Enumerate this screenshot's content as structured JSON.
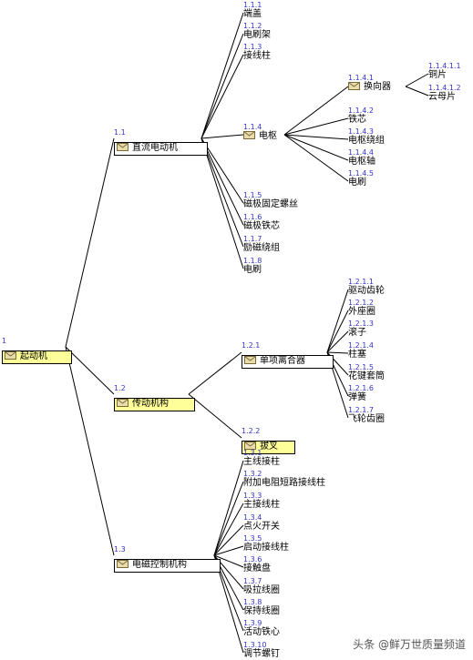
{
  "nodes": {
    "root": {
      "code": "1",
      "label": "起动机"
    },
    "n11": {
      "code": "1.1",
      "label": "直流电动机"
    },
    "n111": {
      "code": "1.1.1",
      "label": "端盖"
    },
    "n112": {
      "code": "1.1.2",
      "label": "电刷架"
    },
    "n113": {
      "code": "1.1.3",
      "label": "接线柱"
    },
    "n114": {
      "code": "1.1.4",
      "label": "电枢"
    },
    "n1141": {
      "code": "1.1.4.1",
      "label": "换向器"
    },
    "n11411": {
      "code": "1.1.4.1.1",
      "label": "铜片"
    },
    "n11412": {
      "code": "1.1.4.1.2",
      "label": "云母片"
    },
    "n1142": {
      "code": "1.1.4.2",
      "label": "铁芯"
    },
    "n1143": {
      "code": "1.1.4.3",
      "label": "电枢绕组"
    },
    "n1144": {
      "code": "1.1.4.4",
      "label": "电枢轴"
    },
    "n1145": {
      "code": "1.1.4.5",
      "label": "电刷"
    },
    "n115": {
      "code": "1.1.5",
      "label": "磁极固定螺丝"
    },
    "n116": {
      "code": "1.1.6",
      "label": "磁极铁芯"
    },
    "n117": {
      "code": "1.1.7",
      "label": "励磁绕组"
    },
    "n118": {
      "code": "1.1.8",
      "label": "电刷"
    },
    "n12": {
      "code": "1.2",
      "label": "传动机构"
    },
    "n121": {
      "code": "1.2.1",
      "label": "单项离合器"
    },
    "n1211": {
      "code": "1.2.1.1",
      "label": "驱动齿轮"
    },
    "n1212": {
      "code": "1.2.1.2",
      "label": "外座圈"
    },
    "n1213": {
      "code": "1.2.1.3",
      "label": "滚子"
    },
    "n1214": {
      "code": "1.2.1.4",
      "label": "柱塞"
    },
    "n1215": {
      "code": "1.2.1.5",
      "label": "花键套筒"
    },
    "n1216": {
      "code": "1.2.1.6",
      "label": "弹簧"
    },
    "n1217": {
      "code": "1.2.1.7",
      "label": "飞轮齿圈"
    },
    "n122": {
      "code": "1.2.2",
      "label": "拔叉"
    },
    "n13": {
      "code": "1.3",
      "label": "电磁控制机构"
    },
    "n131": {
      "code": "1.3.1",
      "label": "主线接柱"
    },
    "n132": {
      "code": "1.3.2",
      "label": "附加电阻短路接线柱"
    },
    "n133": {
      "code": "1.3.3",
      "label": "主接线柱"
    },
    "n134": {
      "code": "1.3.4",
      "label": "点火开关"
    },
    "n135": {
      "code": "1.3.5",
      "label": "启动接线柱"
    },
    "n136": {
      "code": "1.3.6",
      "label": "接触盘"
    },
    "n137": {
      "code": "1.3.7",
      "label": "吸拉线圈"
    },
    "n138": {
      "code": "1.3.8",
      "label": "保持线圈"
    },
    "n139": {
      "code": "1.3.9",
      "label": "活动铁心"
    },
    "n1310": {
      "code": "1.3.10",
      "label": "调节螺钉"
    }
  },
  "watermark": "头条 @鲜万世质量频道",
  "colors": {
    "line": "#000000",
    "code": "#3333cc",
    "highlight": "#ffff99",
    "envelope": "#c8b98a"
  }
}
